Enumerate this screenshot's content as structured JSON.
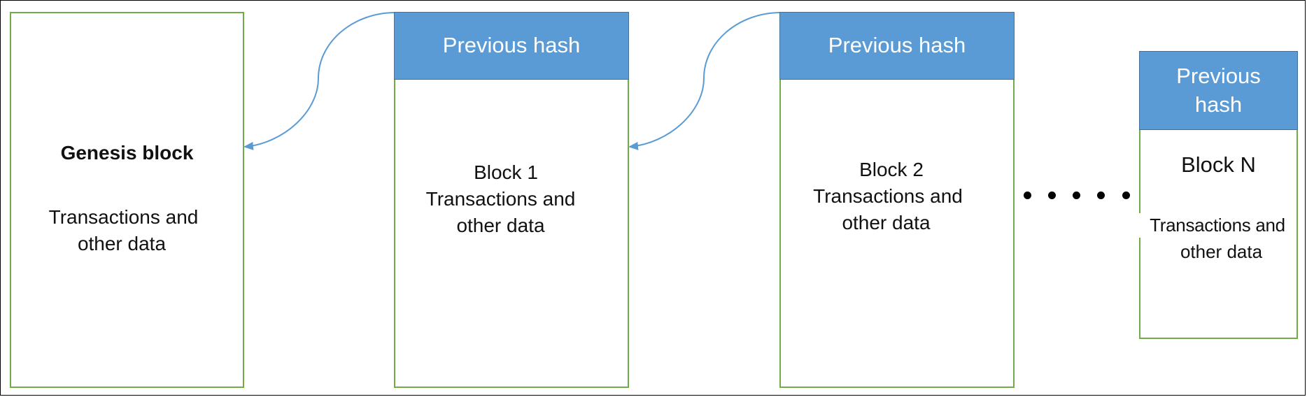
{
  "genesis": {
    "title": "Genesis block",
    "body_line1": "Transactions and",
    "body_line2": "other data"
  },
  "block1": {
    "hash_label": "Previous hash",
    "title": "Block 1",
    "body_line1": "Transactions and",
    "body_line2": "other data"
  },
  "block2": {
    "hash_label": "Previous hash",
    "title": "Block 2",
    "body_line1": "Transactions and",
    "body_line2": "other data"
  },
  "blockN": {
    "hash_line1": "Previous",
    "hash_line2": "hash",
    "title": "Block N",
    "body_line1": "Transactions and",
    "body_line2": "other data"
  },
  "colors": {
    "block_border": "#70ad47",
    "hash_fill": "#5b9bd5",
    "arrow": "#5b9bd5"
  }
}
